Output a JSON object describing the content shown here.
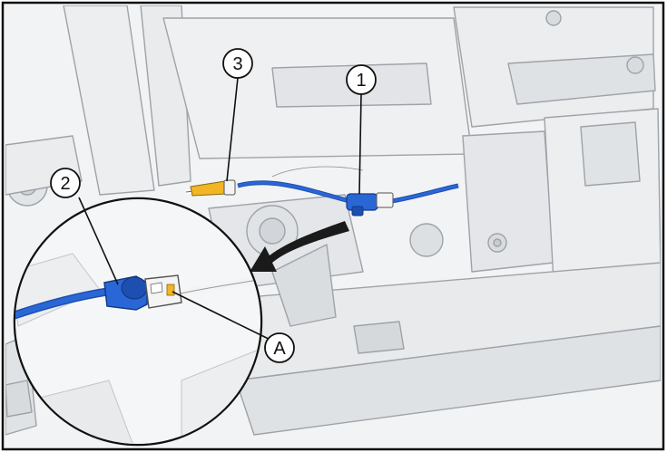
{
  "callouts": [
    {
      "label": "1",
      "meaning": "harness"
    },
    {
      "label": "2",
      "meaning": "connector"
    },
    {
      "label": "3",
      "meaning": "clip"
    },
    {
      "label": "A",
      "meaning": "terminal"
    }
  ],
  "colors": {
    "frame": "#111111",
    "background": "#f2f3f4",
    "chassis_line": "#9ea3a8",
    "chassis_fill": "#e6e8ea",
    "harness_blue": "#2a67d6",
    "harness_blue_dark": "#1d4fb0",
    "connector_white": "#f4f4f4",
    "clip_yellow": "#f2b523",
    "arrow": "#1a1a1a"
  }
}
